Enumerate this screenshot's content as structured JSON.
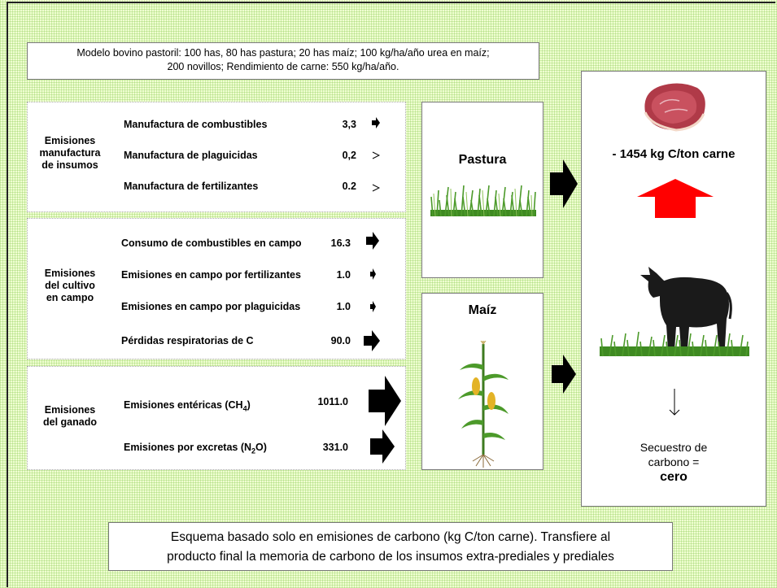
{
  "header": {
    "line1": "Modelo bovino pastoril: 100 has, 80 has pastura; 20 has maíz; 100 kg/ha/año urea en maíz;",
    "line2": "200 novillos; Rendimiento de carne: 550 kg/ha/año."
  },
  "groups": [
    {
      "title_lines": [
        "Emisiones",
        "manufactura",
        "de insumos"
      ],
      "rows": [
        {
          "label": "Manufactura de combustibles",
          "value": "3,3"
        },
        {
          "label": "Manufactura de plaguicidas",
          "value": "0,2"
        },
        {
          "label": "Manufactura de fertilizantes",
          "value": "0.2"
        }
      ]
    },
    {
      "title_lines": [
        "Emisiones",
        "del cultivo",
        "en campo"
      ],
      "rows": [
        {
          "label": "Consumo de combustibles en campo",
          "value": "16.3"
        },
        {
          "label": "Emisiones en campo por fertilizantes",
          "value": "1.0"
        },
        {
          "label": "Emisiones en campo por plaguicidas",
          "value": "1.0"
        },
        {
          "label": "Pérdidas respiratorias de C",
          "value": "90.0"
        }
      ]
    },
    {
      "title_lines": [
        "Emisiones",
        "del ganado"
      ],
      "rows": [
        {
          "label_main": "Emisiones entéricas (CH",
          "label_sub": "4",
          "label_end": ")",
          "value": "1011.0"
        },
        {
          "label_main": "Emisiones por excretas (N",
          "label_sub": "2",
          "label_end": "O)",
          "value": "331.0"
        }
      ]
    }
  ],
  "crops": {
    "pastura": "Pastura",
    "maiz": "Maíz"
  },
  "result": {
    "value": "- 1454 kg C/ton carne",
    "sequestration_line1": "Secuestro de",
    "sequestration_line2": "carbono =",
    "sequestration_value": "cero"
  },
  "footnote": {
    "line1": "Esquema basado solo en emisiones de carbono (kg C/ton carne). Transfiere al",
    "line2": "producto final la memoria de carbono de los insumos extra-prediales y prediales"
  },
  "colors": {
    "red_arrow": "#ff0000",
    "meat": "#b03a48",
    "cow": "#1a1a1a",
    "grass": "#4c9a2a"
  },
  "icons": [
    "meat-icon",
    "cow-icon",
    "grass-icon",
    "corn-plant-icon"
  ]
}
